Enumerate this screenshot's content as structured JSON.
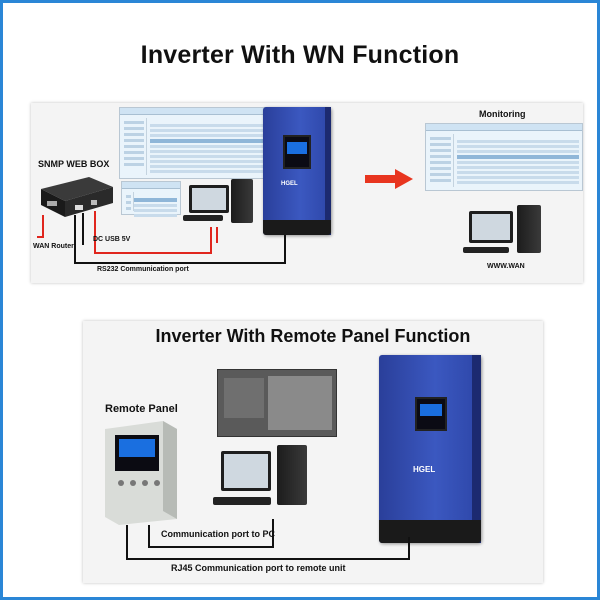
{
  "title": "Inverter With WN Function",
  "top": {
    "snmp_box_label": "SNMP WEB BOX",
    "wan_router_label": "WAN Router",
    "dc_usb_label": "DC  USB 5V",
    "rs232_label": "RS232 Communication port",
    "monitoring_label": "Monitoring",
    "www_wan_label": "WWW.WAN",
    "inverter_logo": "HGEL"
  },
  "bottom": {
    "title": "Inverter With Remote Panel Function",
    "remote_panel_label": "Remote Panel",
    "comm_pc_label": "Communication port to PC",
    "rj45_label": "RJ45 Communication port to remote unit",
    "inverter_logo": "HGEL"
  },
  "colors": {
    "frame_border": "#2a86d6",
    "wire_red": "#e0261e",
    "wire_black": "#111111",
    "inverter_blue": "#3b58c0",
    "arrow_red": "#e8351f"
  }
}
